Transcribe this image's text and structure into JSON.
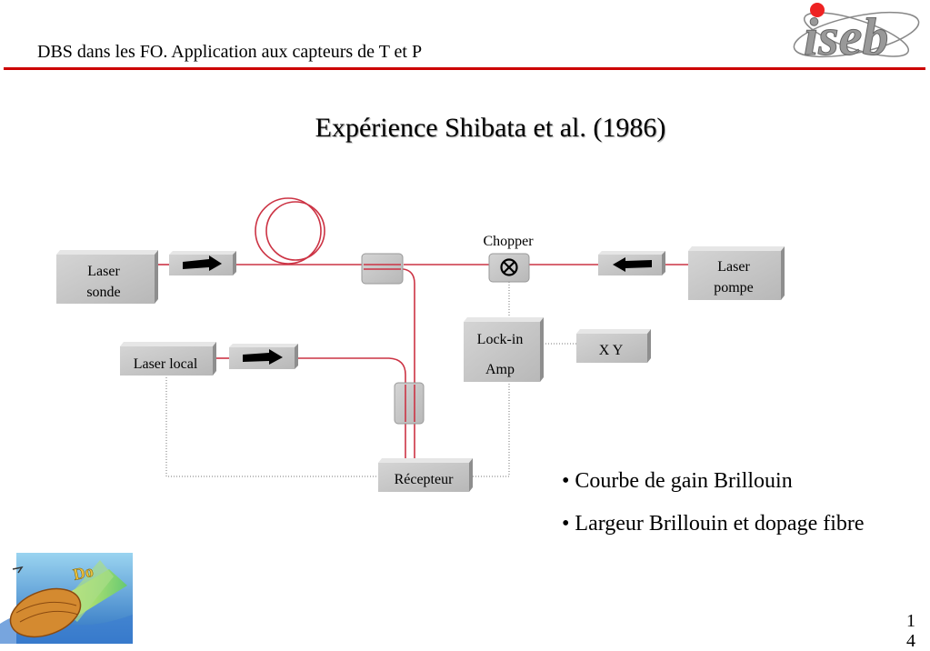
{
  "header": {
    "title": "DBS dans les FO. Application aux capteurs de T et P"
  },
  "slide": {
    "title": "Expérience Shibata et al. (1986)"
  },
  "diagram": {
    "laser_sonde": [
      "Laser",
      "sonde"
    ],
    "laser_pompe": [
      "Laser",
      "pompe"
    ],
    "laser_local": "Laser local",
    "chopper": "Chopper",
    "lockin": [
      "Lock-in",
      "Amp"
    ],
    "xy": "X Y",
    "recepteur": "Récepteur"
  },
  "bullets": [
    "• Courbe de gain Brillouin",
    "• Largeur Brillouin et dopage fibre"
  ],
  "page_number": "1\n4",
  "logo": {
    "text": "iseb",
    "corner_text": "Do"
  },
  "colors": {
    "accent": "#cc0000",
    "fiber": "#cc3344",
    "box": "#c8c8c8"
  }
}
